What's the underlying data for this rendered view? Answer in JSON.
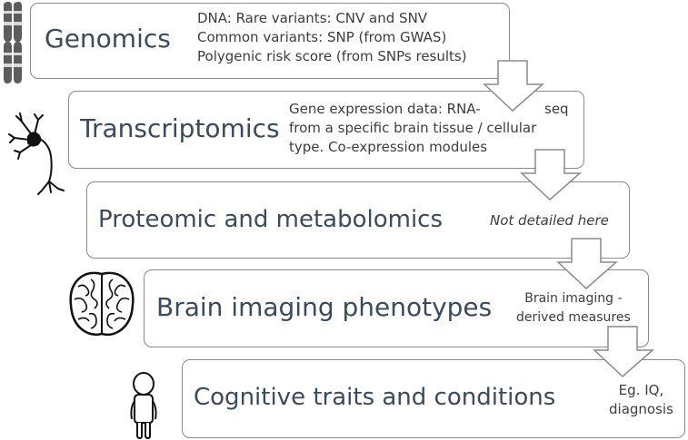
{
  "levels": [
    {
      "title": "Genomics",
      "details": [
        "DNA: Rare variants: CNV and SNV",
        "Common variants: SNP (from GWAS)",
        "Polygenic risk score (from SNPs results)"
      ],
      "icon": "chromosome-icon"
    },
    {
      "title": "Transcriptomics",
      "details": [
        "Gene expression data: RNA-",
        "seq",
        "from a specific brain tissue / cellular",
        "type. Co-expression modules"
      ],
      "icon": "neuron-icon"
    },
    {
      "title": "Proteomic and metabolomics",
      "details": [
        "Not detailed here"
      ],
      "icon": ""
    },
    {
      "title": "Brain imaging phenotypes",
      "details": [
        "Brain imaging -",
        "derived measures"
      ],
      "icon": "brain-icon"
    },
    {
      "title": "Cognitive traits and conditions",
      "details": [
        "Eg. IQ,",
        "diagnosis"
      ],
      "icon": "person-icon"
    }
  ],
  "colors": {
    "title": "#3b4a5c",
    "text": "#3d3d3d",
    "border": "#8a8a8a",
    "arrow_stroke": "#8a8a8a",
    "arrow_fill": "#ffffff"
  }
}
